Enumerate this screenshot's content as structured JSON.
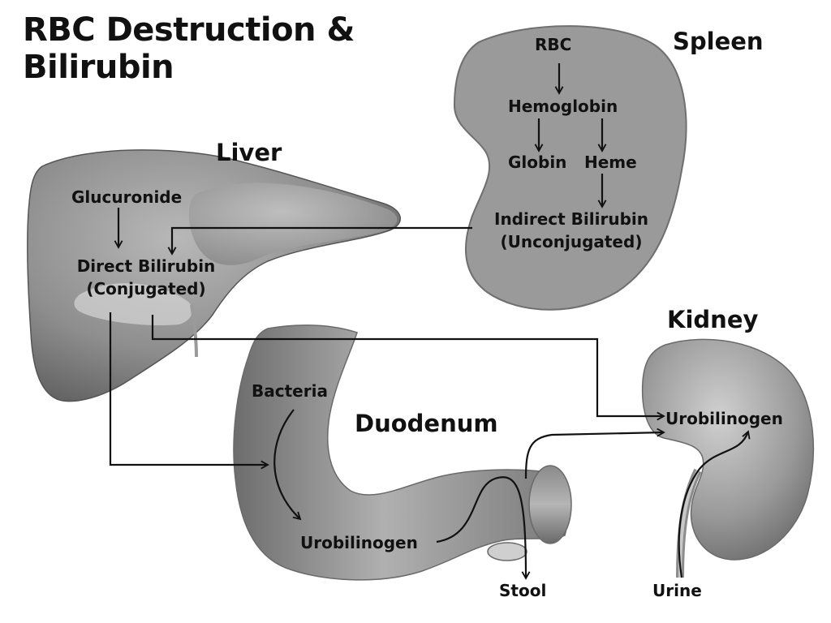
{
  "title": {
    "line1": "RBC Destruction &",
    "line2": "Bilirubin"
  },
  "organs": {
    "spleen": "Spleen",
    "liver": "Liver",
    "kidney": "Kidney",
    "duodenum": "Duodenum"
  },
  "spleen_labels": {
    "rbc": "RBC",
    "hemoglobin": "Hemoglobin",
    "globin": "Globin",
    "heme": "Heme",
    "indirect_line1": "Indirect Bilirubin",
    "indirect_line2": "(Unconjugated)"
  },
  "liver_labels": {
    "glucuronide": "Glucuronide",
    "direct_line1": "Direct Bilirubin",
    "direct_line2": "(Conjugated)"
  },
  "duodenum_labels": {
    "bacteria": "Bacteria",
    "urobilinogen": "Urobilinogen"
  },
  "kidney_labels": {
    "urobilinogen": "Urobilinogen"
  },
  "outputs": {
    "stool": "Stool",
    "urine": "Urine"
  },
  "colors": {
    "spleen_fill": "#9a9a9a",
    "organ_dark": "#6e6e6e",
    "organ_light": "#bdbdbd",
    "arrow": "#111111"
  }
}
